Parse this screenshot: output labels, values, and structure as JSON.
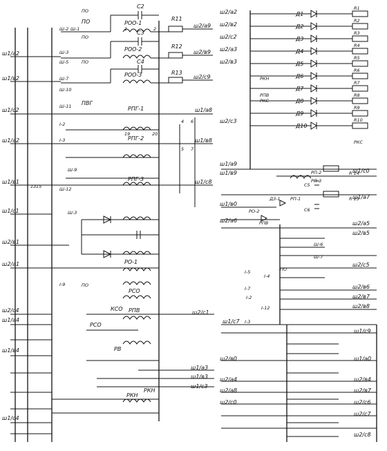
{
  "left_terminals": [
    "ш1/а2",
    "ш1/в2",
    "ш1/с2",
    "ш1/а2",
    "ш1/в1",
    "ш1/с1",
    "ш2/в1",
    "ш2/а1",
    "ш2/с4",
    "ш1/а4",
    "ш1/в4",
    "ш1/с4"
  ],
  "left_right_terminals": [
    "ш2/а9",
    "ш2/в9",
    "ш2/с9",
    "ш1/а8",
    "ш1/в8",
    "ш1/с8",
    "ш2/с1",
    "ш1/а3",
    "ш1/в3",
    "ш1/с3"
  ],
  "right_left_terminals": [
    "ш2/а2",
    "ш2/в2",
    "ш2/с2",
    "ш2/а3",
    "ш2/в3",
    "ш2/с3",
    "ш1/а9",
    "ш1/в9",
    "ш1/в0",
    "ш2/а6",
    "ш1/с7",
    "ш2/в0",
    "ш2/а4",
    "ш2/а8",
    "ш2/с0"
  ],
  "right_right_terminals": [
    "ш1/с0",
    "ш1/а7",
    "ш2/а5",
    "ш2/в5",
    "ш2/с5",
    "ш2/в6",
    "ш2/в7",
    "ш2/в8",
    "ш1/с9",
    "ш1/а0",
    "ш2/в4",
    "ш2/в7",
    "ш2/с6",
    "ш2/с7",
    "ш2/с8"
  ],
  "relay_coils": [
    "РПГ-1",
    "РПГ-2",
    "РПГ-3",
    "РО-1",
    "РСО",
    "РПВ",
    "РКН"
  ],
  "relay_labels_top": [
    "РОО-1",
    "РОО-2",
    "РОО-3",
    "ПО",
    "ПВГ"
  ],
  "resistors_left": [
    "R11",
    "R12",
    "R13"
  ],
  "capacitors_left": [
    "С2",
    "С3",
    "С4"
  ],
  "led_labels": [
    "Д1",
    "Д2",
    "Д3",
    "Д4",
    "Д5",
    "Д6",
    "Д7",
    "Д8",
    "Д9",
    "Д10"
  ],
  "resistors_right": [
    "R1",
    "R2",
    "R3",
    "R4",
    "R5",
    "R6",
    "R7",
    "R8",
    "R9",
    "R10",
    "РКС"
  ],
  "right_mid_labels": [
    "РП-2",
    "РП-3",
    "R 14",
    "R 15",
    "С5",
    "С6",
    "Д3-1",
    "РП-1",
    "РО-2",
    "РПВ",
    "РКН",
    "РКС",
    "РПВ"
  ],
  "contact_labels": [
    "Ш-2",
    "Ш-1",
    "Ш-3",
    "Ш-5",
    "Ш-7",
    "Ш-10",
    "Ш-11",
    "Ш-12",
    "Ш-9",
    "Ш-3",
    "I-2",
    "I-3",
    "I-9",
    "I-7",
    "I-5",
    "I-4",
    "Ш-6",
    "Ш-7",
    "I-2",
    "I-12",
    "I-3"
  ],
  "pin_labels": [
    "1",
    "2",
    "19",
    "20",
    "4",
    "6",
    "5",
    "7",
    "13",
    "15"
  ],
  "ksc_label": "КСО",
  "pb_label": "РВ",
  "rkn_label": "РКН",
  "rsp_label": "РСО",
  "po_labels": [
    "ПО",
    "ПО",
    "ПО",
    "ПО",
    "ПО"
  ]
}
